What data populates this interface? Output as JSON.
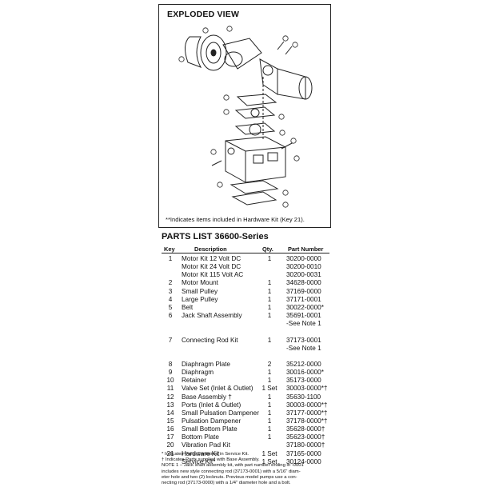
{
  "exploded": {
    "title": "EXPLODED VIEW",
    "hardware_note": "**Indicates items included in Hardware Kit (Key 21)."
  },
  "parts_list": {
    "title": "PARTS LIST 36600-Series",
    "headers": {
      "key": "Key",
      "description": "Description",
      "qty": "Qty.",
      "part": "Part Number"
    },
    "rows": [
      {
        "key": "1",
        "desc": "Motor Kit   12 Volt DC",
        "qty": "1",
        "part": "30200-0000"
      },
      {
        "key": "",
        "desc": "Motor Kit   24 Volt DC",
        "qty": "",
        "part": "30200-0010"
      },
      {
        "key": "",
        "desc": "Motor Kit   115 Volt AC",
        "qty": "",
        "part": "30200-0031"
      },
      {
        "key": "2",
        "desc": "Motor Mount",
        "qty": "1",
        "part": "34628-0000"
      },
      {
        "key": "3",
        "desc": "Small Pulley",
        "qty": "1",
        "part": "37169-0000"
      },
      {
        "key": "4",
        "desc": "Large Pulley",
        "qty": "1",
        "part": "37171-0001"
      },
      {
        "key": "5",
        "desc": "Belt",
        "qty": "1",
        "part": "30022-0000*"
      },
      {
        "key": "6",
        "desc": "Jack Shaft Assembly",
        "qty": "1",
        "part": "35691-0001"
      },
      {
        "key": "",
        "desc": "",
        "qty": "",
        "part": "  -See Note 1"
      },
      {
        "key": "",
        "desc": "",
        "qty": "",
        "part": ""
      },
      {
        "key": "7",
        "desc": "Connecting Rod Kit",
        "qty": "1",
        "part": "37173-0001"
      },
      {
        "key": "",
        "desc": "",
        "qty": "",
        "part": "  -See Note 1"
      },
      {
        "key": "",
        "desc": "",
        "qty": "",
        "part": ""
      },
      {
        "key": "8",
        "desc": "Diaphragm Plate",
        "qty": "2",
        "part": "35212-0000"
      },
      {
        "key": "9",
        "desc": "Diaphragm",
        "qty": "1",
        "part": "30016-0000*"
      },
      {
        "key": "10",
        "desc": "Retainer",
        "qty": "1",
        "part": "35173-0000"
      },
      {
        "key": "11",
        "desc": "Valve Set (Inlet & Outlet)",
        "qty": "1 Set",
        "part": "30003-0000*†"
      },
      {
        "key": "12",
        "desc": "Base Assembly †",
        "qty": "1",
        "part": "35630-1100"
      },
      {
        "key": "13",
        "desc": "Ports (Inlet & Outlet)",
        "qty": "1",
        "part": "30003-0000*†"
      },
      {
        "key": "14",
        "desc": "Small Pulsation Dampener",
        "qty": "1",
        "part": "37177-0000*†"
      },
      {
        "key": "15",
        "desc": "Pulsation Dampener",
        "qty": "1",
        "part": "37178-0000*†"
      },
      {
        "key": "16",
        "desc": "Small Bottom Plate",
        "qty": "1",
        "part": "35628-0000†"
      },
      {
        "key": "17",
        "desc": "Bottom Plate",
        "qty": "1",
        "part": "35623-0000†"
      },
      {
        "key": "20",
        "desc": "Vibration Pad Kit",
        "qty": "",
        "part": "37180-0000†"
      },
      {
        "key": "21",
        "desc": "Hardware Kit",
        "qty": "1 Set",
        "part": "37165-0000"
      },
      {
        "key": "",
        "desc": "Service Kit*",
        "qty": "1 Set",
        "part": "30124-0000"
      }
    ]
  },
  "notes": [
    "*  Indicates Parts Contained in Service Kit.",
    "†  Indicates Parts supplied with Base Assembly.",
    "NOTE 1 – Jack shaft assembly kit, with part number ending in -0001",
    "    includes new style connecting rod (37173-0001) with a 5/16\" diam-",
    "    eter hole and two (2) locknuts. Previous model pumps use a con-",
    "    necting rod (37173-0000) with a 1/4\" diameter hole and a bolt."
  ]
}
